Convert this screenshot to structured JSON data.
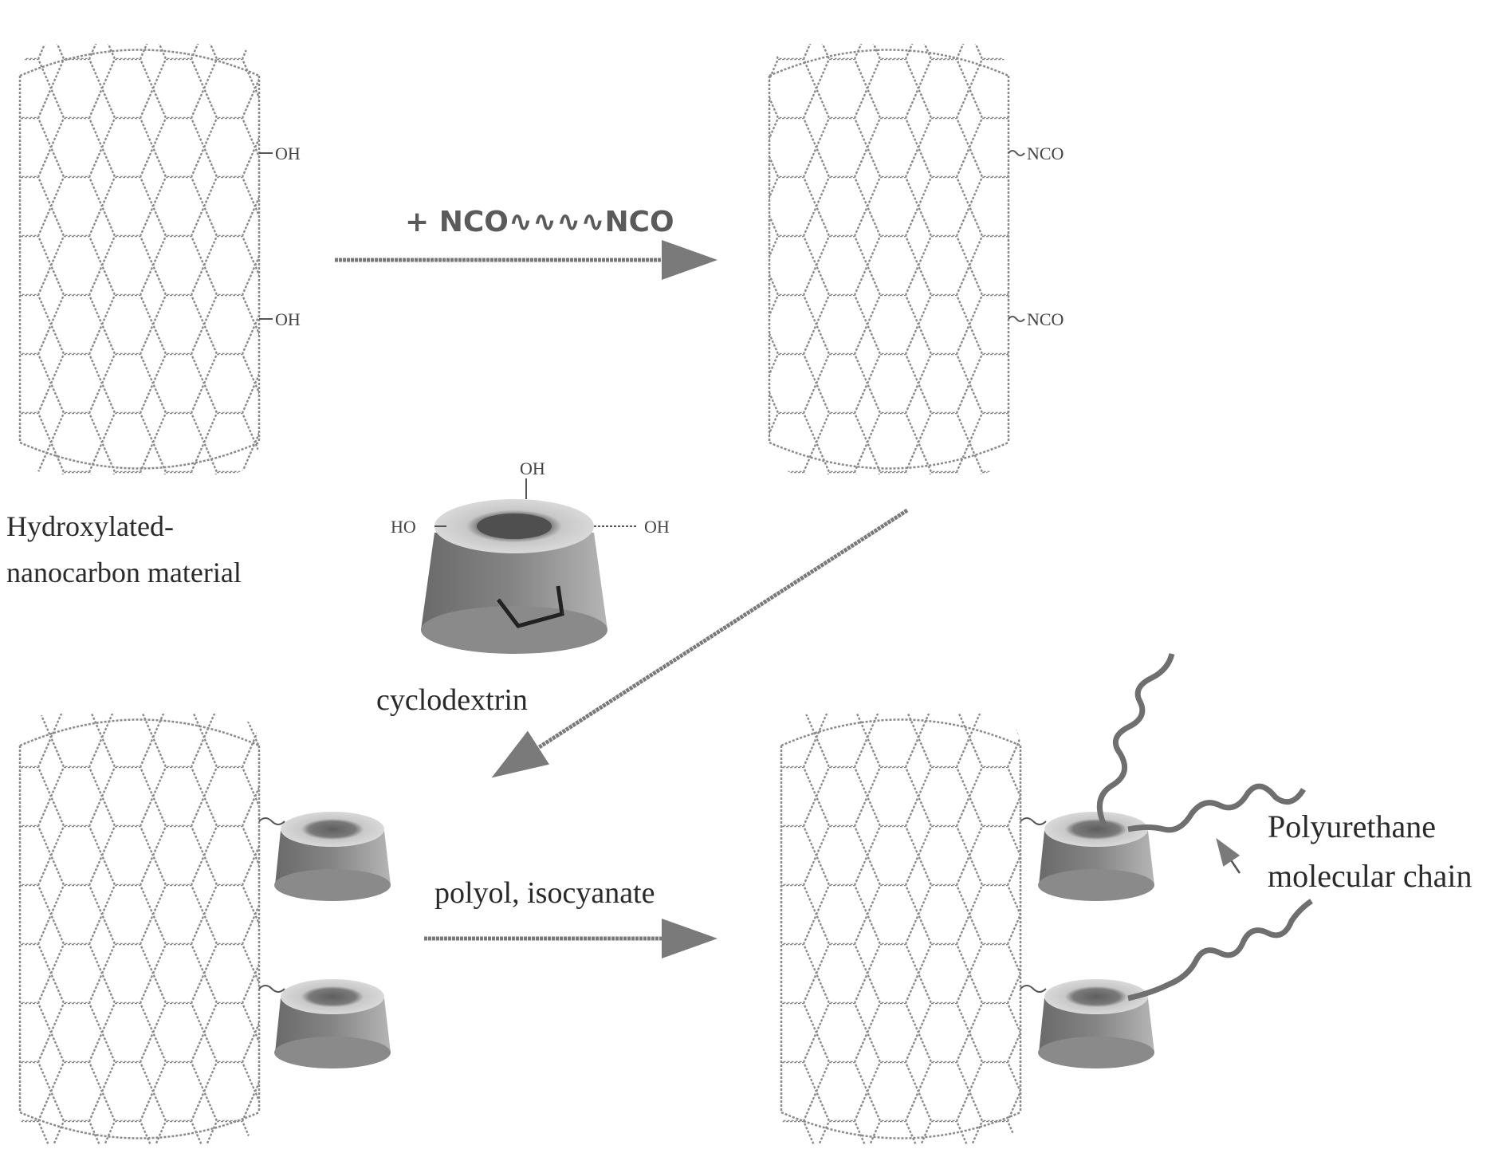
{
  "reagent_label": "+ NCO∿∿∿∿NCO",
  "conditions_label": "polyol, isocyanate",
  "hydroxylated_label_line1": "Hydroxylated-",
  "hydroxylated_label_line2": "nanocarbon material",
  "cyclodextrin_label": "cyclodextrin",
  "polyurethane_label_line1": "Polyurethane",
  "polyurethane_label_line2": "molecular chain",
  "group_oh": "OH",
  "group_ho": "HO",
  "group_nco": "NCO",
  "colors": {
    "ink": "#2a2a2a",
    "dot": "#8a8a8a",
    "cd_dark": "#6f6f6f",
    "cd_light": "#bdbdbd"
  }
}
